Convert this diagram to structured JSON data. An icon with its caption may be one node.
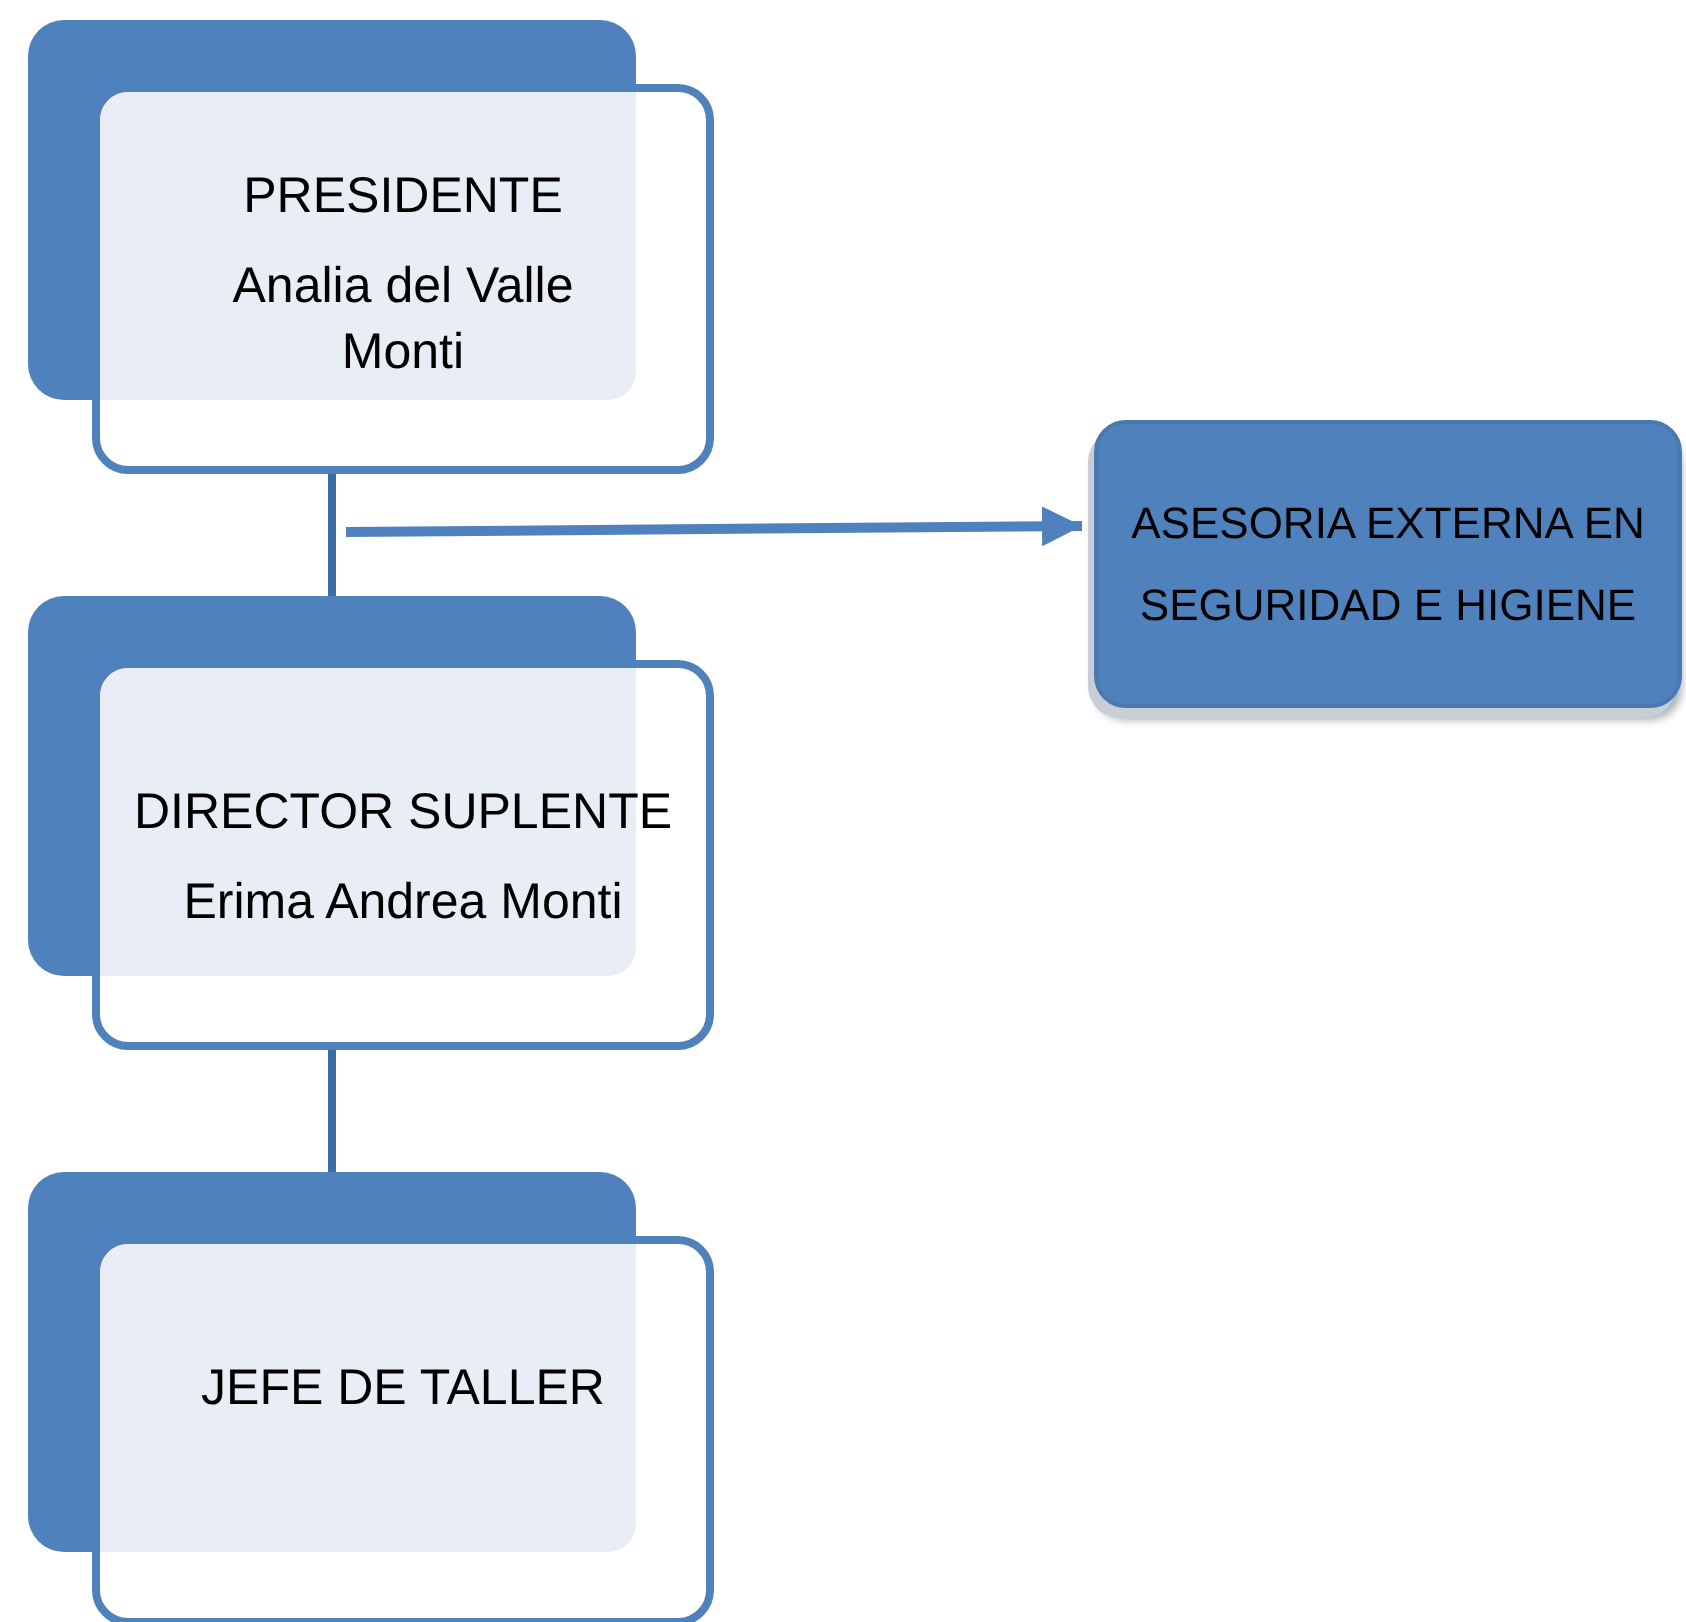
{
  "diagram": {
    "nodes": [
      {
        "text": [
          "PRESIDENTE",
          "Analia del Valle Monti"
        ]
      },
      {
        "text": [
          "DIRECTOR SUPLENTE",
          "Erima Andrea Monti"
        ]
      },
      {
        "text": [
          "JEFE DE TALLER"
        ]
      },
      {
        "text": [
          "ASESORIA EXTERNA EN SEGURIDAD E HIGIENE"
        ]
      }
    ],
    "edges": [
      {
        "from": 0,
        "to": 1,
        "arrow": "none"
      },
      {
        "from": 1,
        "to": 2,
        "arrow": "none"
      },
      {
        "from": null,
        "to": 3,
        "arrow": "to"
      }
    ]
  }
}
